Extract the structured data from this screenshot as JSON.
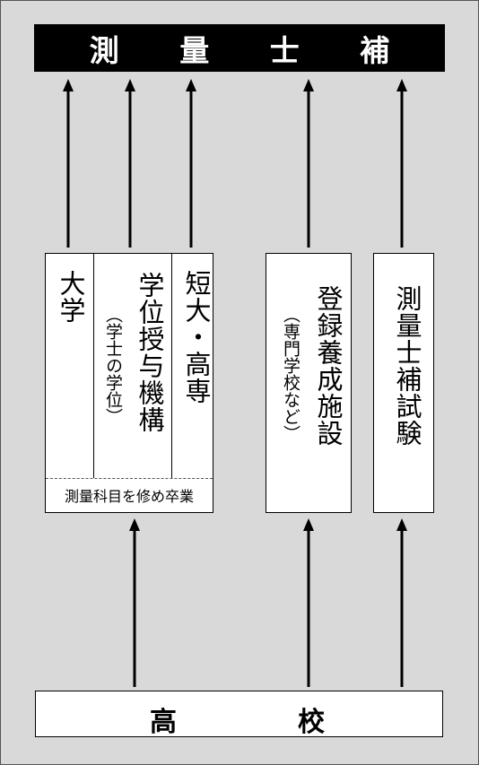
{
  "header": {
    "title": "測 量 士 補"
  },
  "footer": {
    "left": "高",
    "right": "校"
  },
  "university_box": {
    "col_daigaku": "大学",
    "col_gakui": "学位授与機構",
    "col_gakui_sub": "（学士の学位）",
    "col_tandai": "短大・高専",
    "requirement": "測量科目を修め卒業"
  },
  "training_box": {
    "title": "登録養成施設",
    "sub": "（専門学校など）"
  },
  "exam_box": {
    "title": "測量士補試験"
  }
}
